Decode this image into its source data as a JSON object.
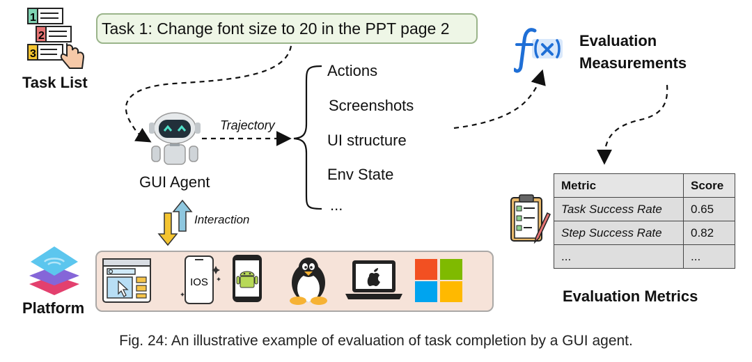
{
  "task_list": {
    "task_text": "Task 1: Change font size to 20 in the PPT page 2",
    "label": "Task List",
    "numbers": [
      "1",
      "2",
      "3"
    ]
  },
  "agent": {
    "label": "GUI Agent",
    "trajectory_label": "Trajectory",
    "interaction_label": "Interaction"
  },
  "trajectory_items": [
    "Actions",
    "Screenshots",
    "UI structure",
    "Env State",
    "..."
  ],
  "evaluation": {
    "measurements_line1": "Evaluation",
    "measurements_line2": "Measurements",
    "metrics_label": "Evaluation Metrics"
  },
  "metrics_table": {
    "headers": [
      "Metric",
      "Score"
    ],
    "rows": [
      [
        "Task Success Rate",
        "0.65"
      ],
      [
        "Step Success Rate",
        "0.82"
      ],
      [
        "...",
        "..."
      ]
    ]
  },
  "platform": {
    "label": "Platform",
    "ios_text": "IOS"
  },
  "caption": "Fig. 24: An illustrative example of evaluation of task completion by a GUI agent.",
  "colors": {
    "task_box_bg": "#eef6e6",
    "platform_bg": "#f6e3d9",
    "fx_blue": "#1f6fd6",
    "arrow_down": "#f4c430",
    "arrow_up": "#8ec7df"
  }
}
